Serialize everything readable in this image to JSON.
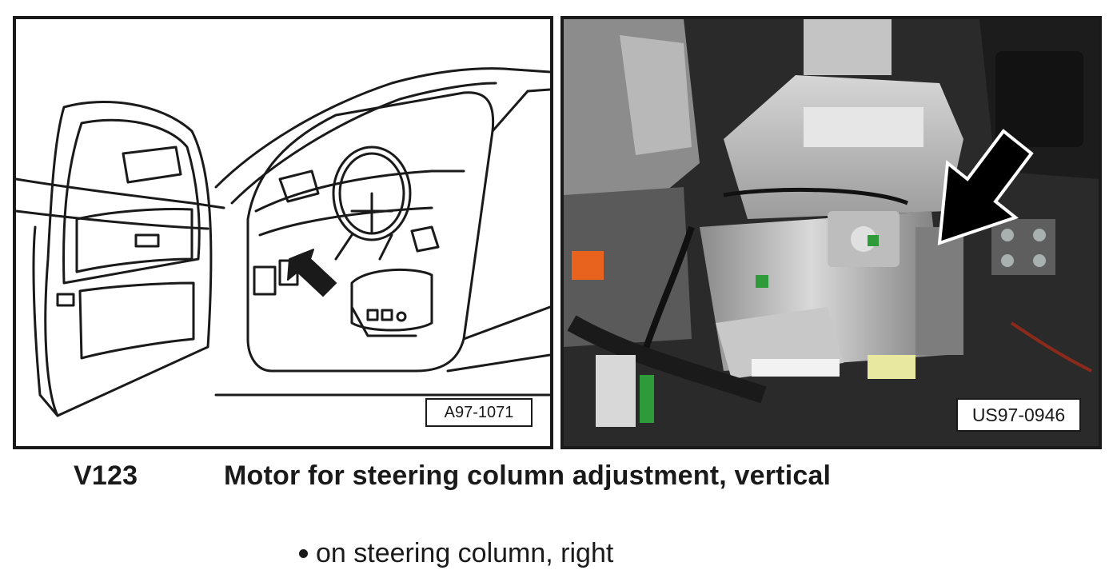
{
  "figures": {
    "left": {
      "label": "A97-1071",
      "style": "line-drawing",
      "subject": "car interior, driver door open, arrow at lower steering column"
    },
    "right": {
      "label": "US97-0946",
      "style": "photograph",
      "subject": "steering column assembly, arrow pointing at motor on right side"
    }
  },
  "caption": {
    "code": "V123",
    "title": "Motor for steering column adjustment, vertical"
  },
  "location": {
    "bullet_icon": "bullet-dot",
    "text": "on steering column, right"
  },
  "colors": {
    "ink": "#1a1a1a",
    "photo_dark": "#262626",
    "connector_orange": "#e8641e",
    "connector_green": "#2f9a3a",
    "marker_yellow": "#e8c23a"
  }
}
